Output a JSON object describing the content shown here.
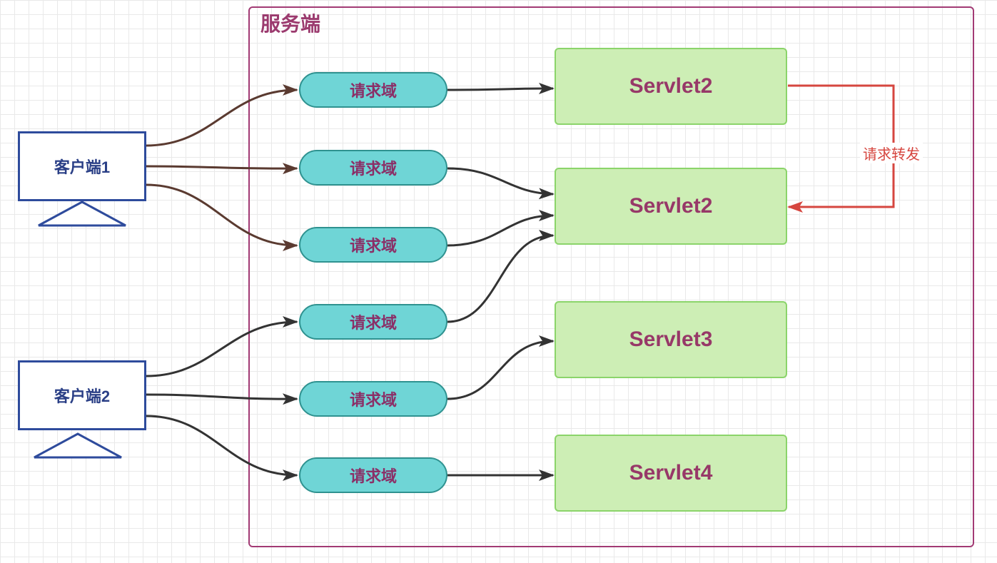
{
  "server": {
    "title": "服务端"
  },
  "clients": [
    {
      "label": "客户端1"
    },
    {
      "label": "客户端2"
    }
  ],
  "scopes": [
    {
      "label": "请求域"
    },
    {
      "label": "请求域"
    },
    {
      "label": "请求域"
    },
    {
      "label": "请求域"
    },
    {
      "label": "请求域"
    },
    {
      "label": "请求域"
    }
  ],
  "servlets": [
    {
      "label": "Servlet2"
    },
    {
      "label": "Servlet2"
    },
    {
      "label": "Servlet3"
    },
    {
      "label": "Servlet4"
    }
  ],
  "forward": {
    "label": "请求转发"
  },
  "colors": {
    "server_border": "#a23a74",
    "client_border": "#2e4b9c",
    "scope_fill": "#6fd5d6",
    "servlet_fill": "#cdeeb5",
    "client1_arrow": "#5a3a30",
    "arrow": "#333333",
    "forward_arrow": "#d6463f"
  }
}
